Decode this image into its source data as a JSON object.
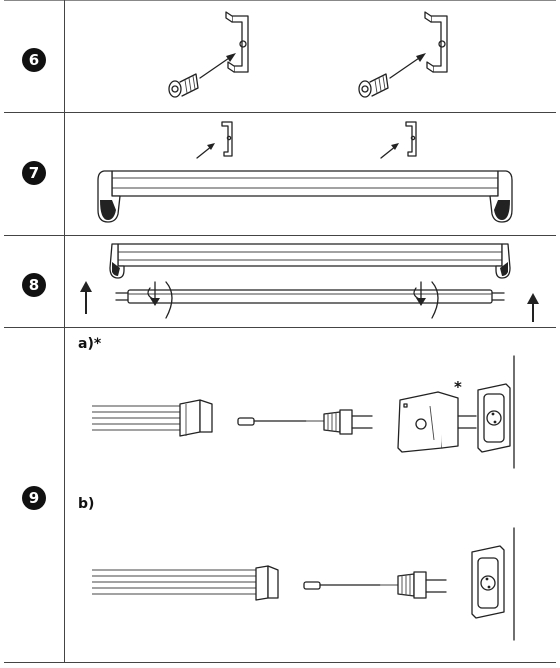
{
  "steps": [
    {
      "number": "6"
    },
    {
      "number": "7"
    },
    {
      "number": "8"
    },
    {
      "number": "9",
      "options": [
        {
          "label": "a)*"
        },
        {
          "label": "b)"
        }
      ],
      "adapter_footnote": "*"
    }
  ]
}
